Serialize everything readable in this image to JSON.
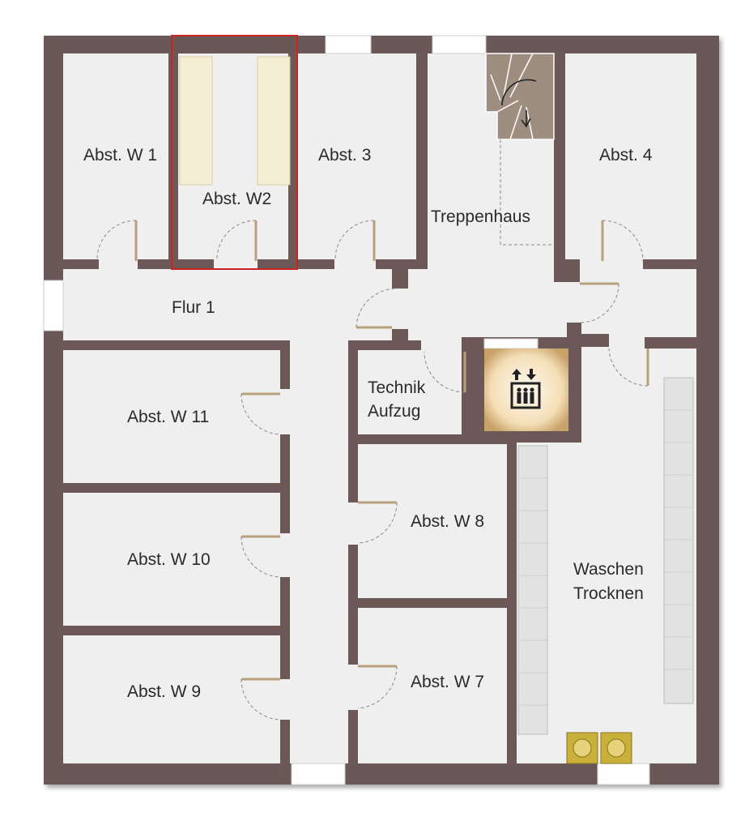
{
  "floor_plan": {
    "rooms": {
      "abst_w1": "Abst. W 1",
      "abst_w2": "Abst. W2",
      "abst_3": "Abst. 3",
      "abst_4": "Abst. 4",
      "treppenhaus": "Treppenhaus",
      "flur_1": "Flur 1",
      "abst_w11": "Abst. W 11",
      "abst_w10": "Abst. W 10",
      "abst_w9": "Abst. W 9",
      "technik_line1": "Technik",
      "technik_line2": "Aufzug",
      "abst_w8": "Abst. W 8",
      "abst_w7": "Abst. W 7",
      "waschen_line1": "Waschen",
      "waschen_line2": "Trocknen"
    },
    "highlighted_room": "Abst. W2",
    "icons": {
      "elevator": "elevator-icon",
      "stairs": "staircase-icon",
      "machines": "washing-machine-icon"
    },
    "colors": {
      "wall": "#6b5857",
      "floor": "#efefef",
      "highlight": "#cc2222",
      "elevator_glow": "#f6e3c0",
      "stairs": "#9e8e80",
      "door": "#b8a07c",
      "machine": "#c9b03a"
    }
  }
}
